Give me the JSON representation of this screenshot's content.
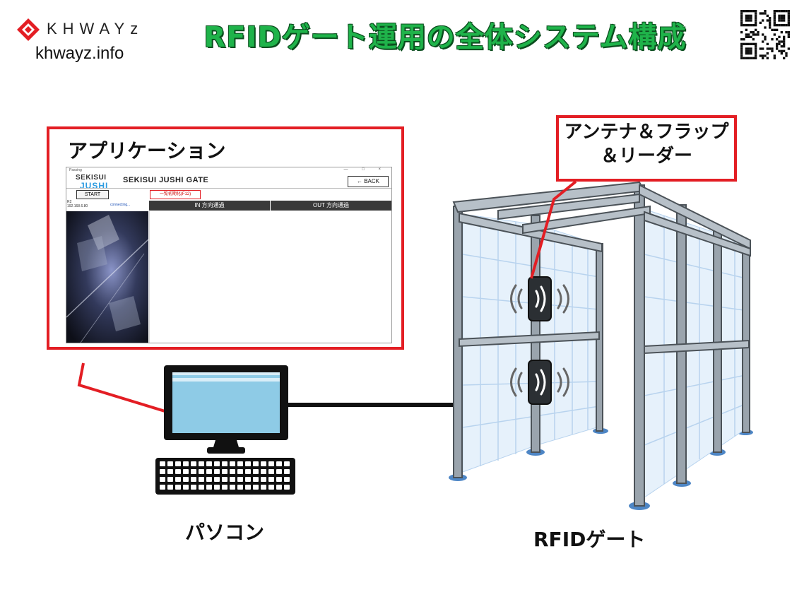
{
  "header": {
    "logo_text": "KHWAYz",
    "site_url": "khwayz.info",
    "title": "RFIDゲート運用の全体システム構成",
    "qr_icon": "qr-code-icon"
  },
  "application": {
    "label": "アプリケーション",
    "window": {
      "title": "Passing",
      "controls": "— □ ×",
      "brand_line1": "SEKISUI",
      "brand_line2": "JUSHI",
      "gate_title": "SEKISUI JUSHI GATE",
      "back_label": "← BACK",
      "start_label": "START",
      "clear_label": "一覧初期化(F12)",
      "reader_name": "R2",
      "reader_ip": "192.168.6.80",
      "status": "connecting...",
      "col_in": "IN 方向通過",
      "col_out": "OUT 方向通過"
    }
  },
  "antenna": {
    "line1": "アンテナ＆フラップ",
    "line2": "＆リーダー"
  },
  "pc": {
    "label": "パソコン"
  },
  "gate": {
    "label": "RFIDゲート"
  },
  "colors": {
    "title_green": "#1fb34a",
    "callout_red": "#e31e24",
    "screen_blue": "#8ecbe6",
    "brand_blue": "#2d9be0"
  }
}
